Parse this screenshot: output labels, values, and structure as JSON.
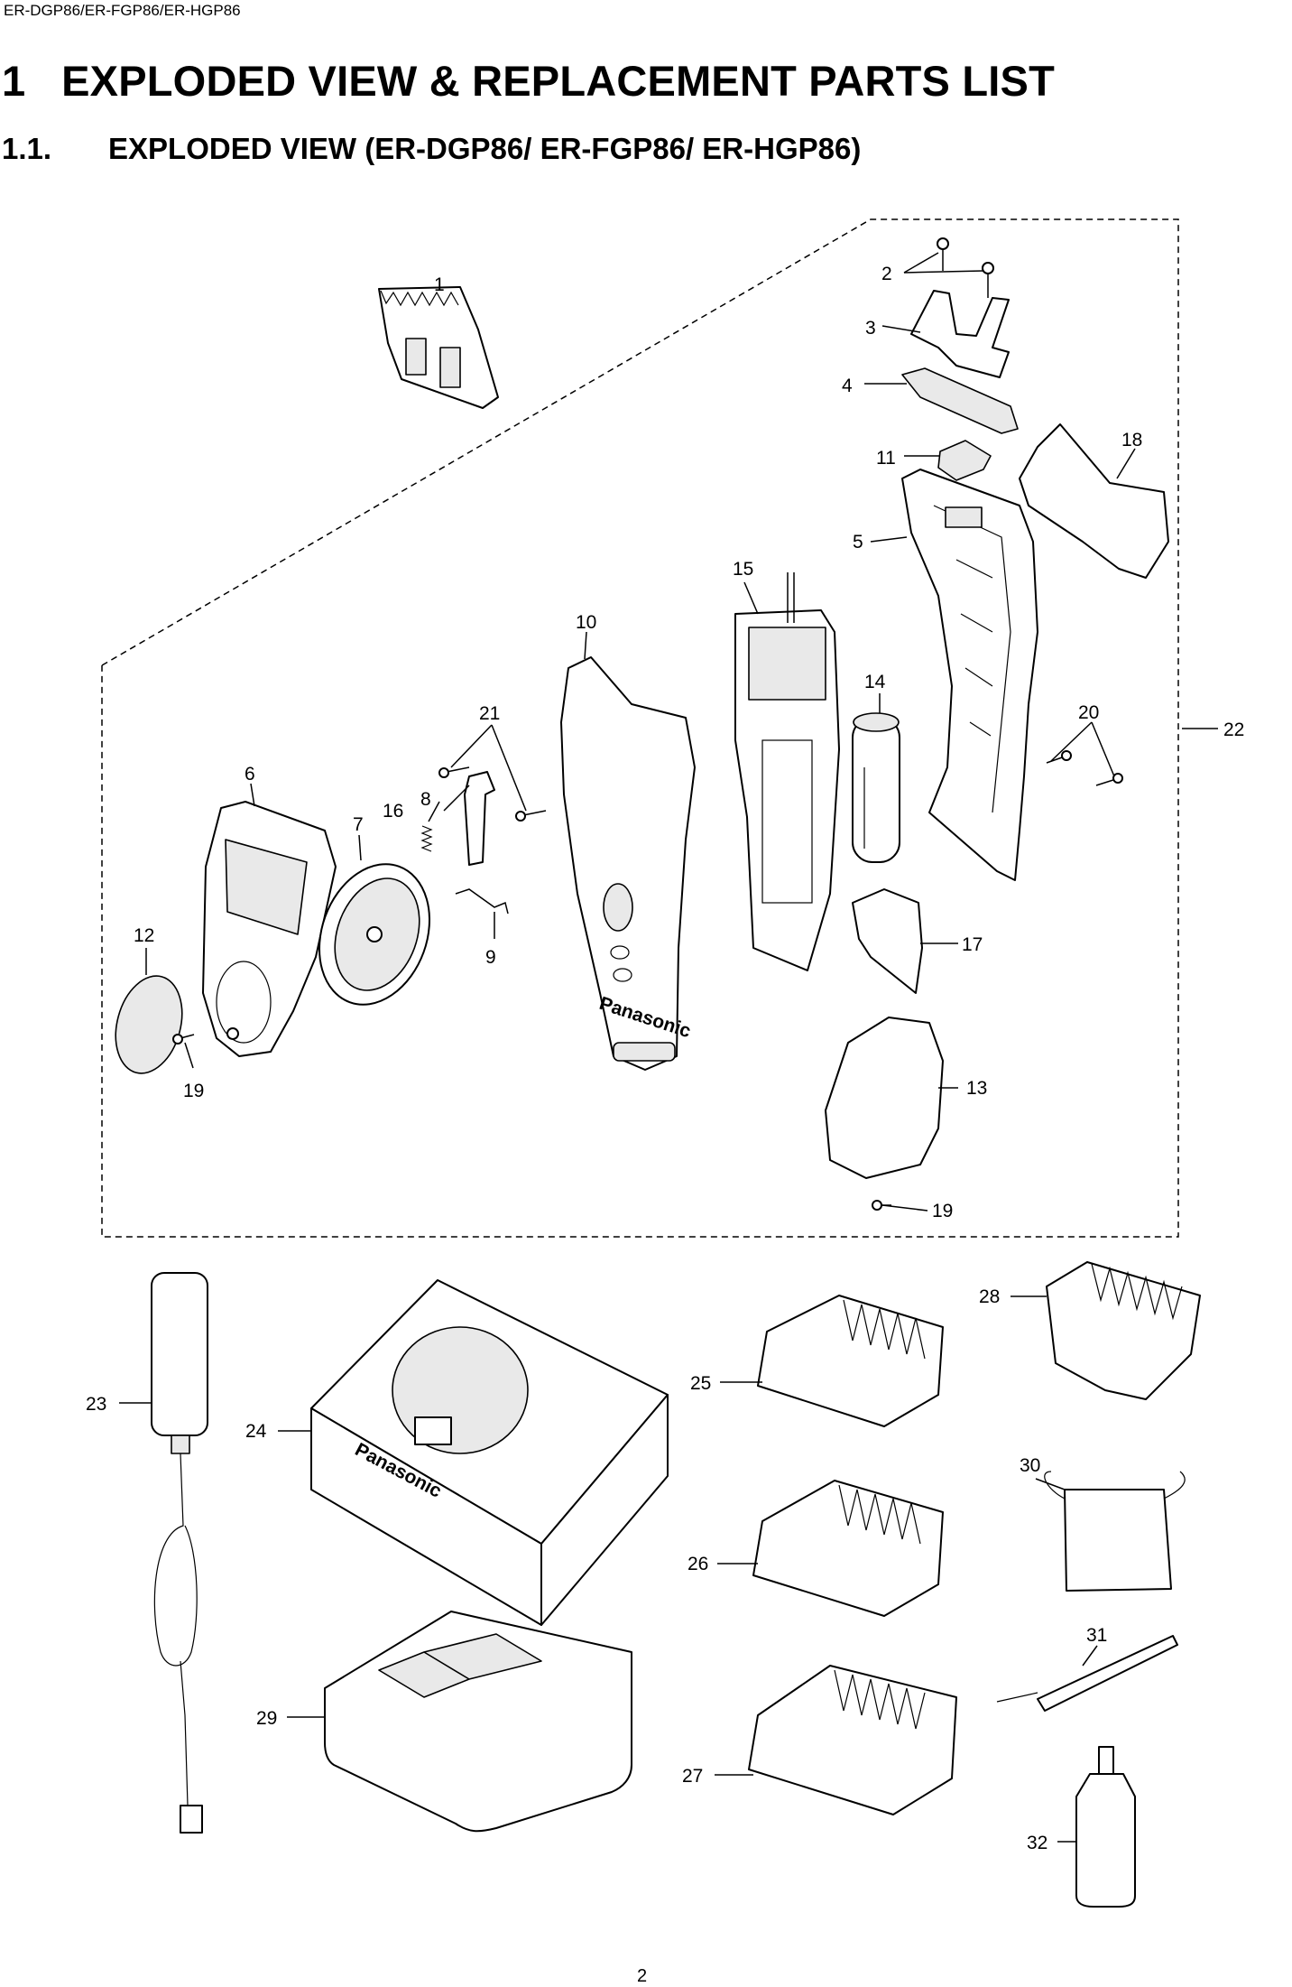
{
  "header": {
    "models": "ER-DGP86/ER-FGP86/ER-HGP86"
  },
  "section": {
    "number": "1",
    "title": "EXPLODED VIEW & REPLACEMENT PARTS LIST"
  },
  "subsection": {
    "number": "1.1.",
    "title": "EXPLODED VIEW (ER-DGP86/ ER-FGP86/ ER-HGP86)"
  },
  "figure": {
    "part_numbers": [
      "1",
      "2",
      "3",
      "4",
      "5",
      "6",
      "7",
      "8",
      "9",
      "10",
      "11",
      "12",
      "13",
      "14",
      "15",
      "16",
      "17",
      "18",
      "19",
      "19",
      "20",
      "21",
      "22",
      "23",
      "24",
      "25",
      "26",
      "27",
      "28",
      "29",
      "30",
      "31",
      "32"
    ],
    "brand_marks": [
      "Panasonic",
      "Panasonic"
    ]
  },
  "page_number": "2"
}
